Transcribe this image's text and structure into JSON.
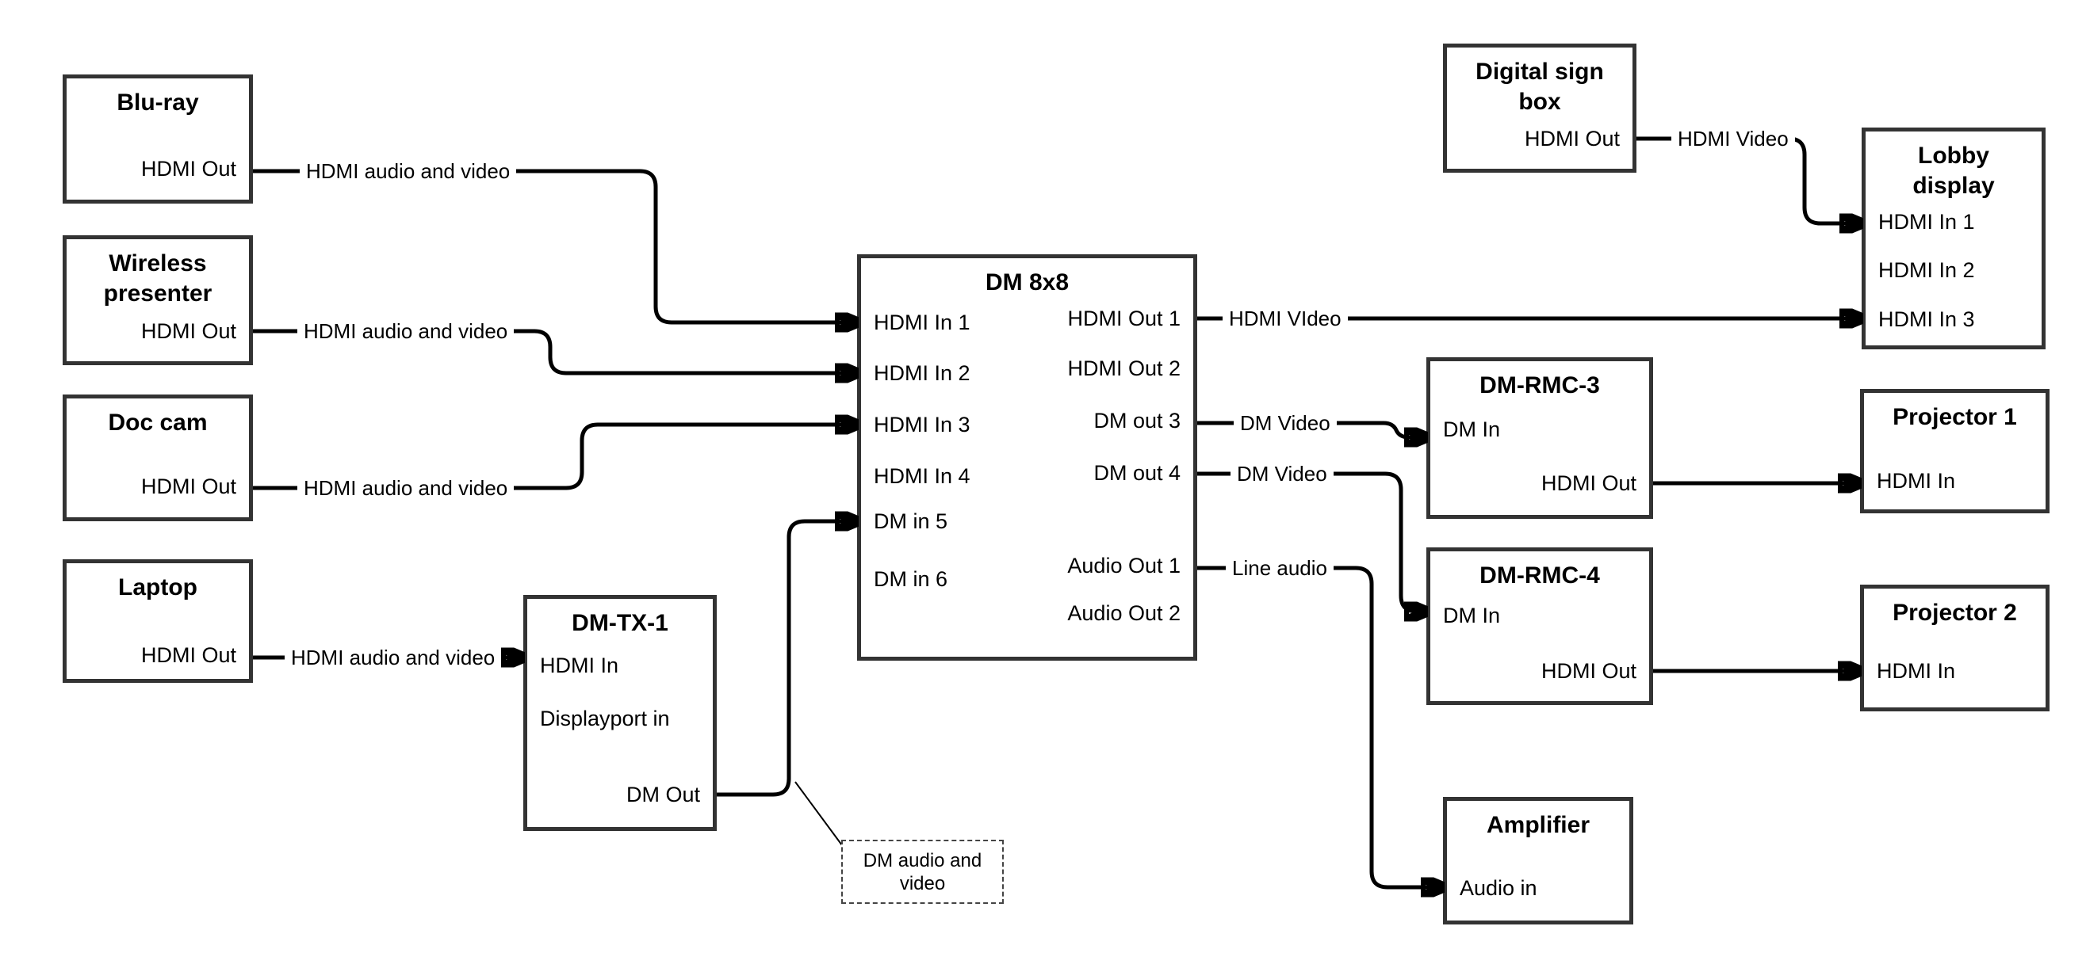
{
  "colors": {
    "background": "#ffffff",
    "box_border": "#333333",
    "connector": "#000000",
    "text": "#000000"
  },
  "nodes": {
    "bluray": {
      "title": "Blu-ray",
      "ports": {
        "hdmi_out": "HDMI Out"
      }
    },
    "wireless": {
      "title": "Wireless\npresenter",
      "ports": {
        "hdmi_out": "HDMI Out"
      }
    },
    "doccam": {
      "title": "Doc cam",
      "ports": {
        "hdmi_out": "HDMI Out"
      }
    },
    "laptop": {
      "title": "Laptop",
      "ports": {
        "hdmi_out": "HDMI Out"
      }
    },
    "dmtx1": {
      "title": "DM-TX-1",
      "ports": {
        "hdmi_in": "HDMI In",
        "displayport_in": "Displayport in",
        "dm_out": "DM Out"
      }
    },
    "dm8x8": {
      "title": "DM 8x8",
      "ports": {
        "hdmi_in_1": "HDMI In 1",
        "hdmi_in_2": "HDMI In 2",
        "hdmi_in_3": "HDMI In 3",
        "hdmi_in_4": "HDMI In 4",
        "dm_in_5": "DM in 5",
        "dm_in_6": "DM in 6",
        "hdmi_out_1": "HDMI Out 1",
        "hdmi_out_2": "HDMI Out 2",
        "dm_out_3": "DM out 3",
        "dm_out_4": "DM out 4",
        "audio_out_1": "Audio Out 1",
        "audio_out_2": "Audio Out 2"
      }
    },
    "signbox": {
      "title": "Digital sign\nbox",
      "ports": {
        "hdmi_out": "HDMI Out"
      }
    },
    "lobby": {
      "title": "Lobby\ndisplay",
      "ports": {
        "hdmi_in_1": "HDMI In 1",
        "hdmi_in_2": "HDMI In 2",
        "hdmi_in_3": "HDMI In 3"
      }
    },
    "rmc3": {
      "title": "DM-RMC-3",
      "ports": {
        "dm_in": "DM In",
        "hdmi_out": "HDMI Out"
      }
    },
    "proj1": {
      "title": "Projector 1",
      "ports": {
        "hdmi_in": "HDMI In"
      }
    },
    "rmc4": {
      "title": "DM-RMC-4",
      "ports": {
        "dm_in": "DM In",
        "hdmi_out": "HDMI Out"
      }
    },
    "proj2": {
      "title": "Projector 2",
      "ports": {
        "hdmi_in": "HDMI In"
      }
    },
    "amplifier": {
      "title": "Amplifier",
      "ports": {
        "audio_in": "Audio in"
      }
    }
  },
  "wire_labels": {
    "bluray_to_dm8x8": "HDMI audio and video",
    "wireless_to_dm8x8": "HDMI audio and video",
    "doccam_to_dm8x8": "HDMI audio and video",
    "laptop_to_dmtx1": "HDMI audio and video",
    "dm8x8_out1_to_lobby": "HDMI VIdeo",
    "signbox_to_lobby": "HDMI Video",
    "dm8x8_out3_to_rmc3": "DM Video",
    "dm8x8_out4_to_rmc4": "DM Video",
    "dm8x8_audio1_to_amp": "Line audio"
  },
  "annotation": {
    "dm_audio_video": "DM audio and\nvideo"
  }
}
